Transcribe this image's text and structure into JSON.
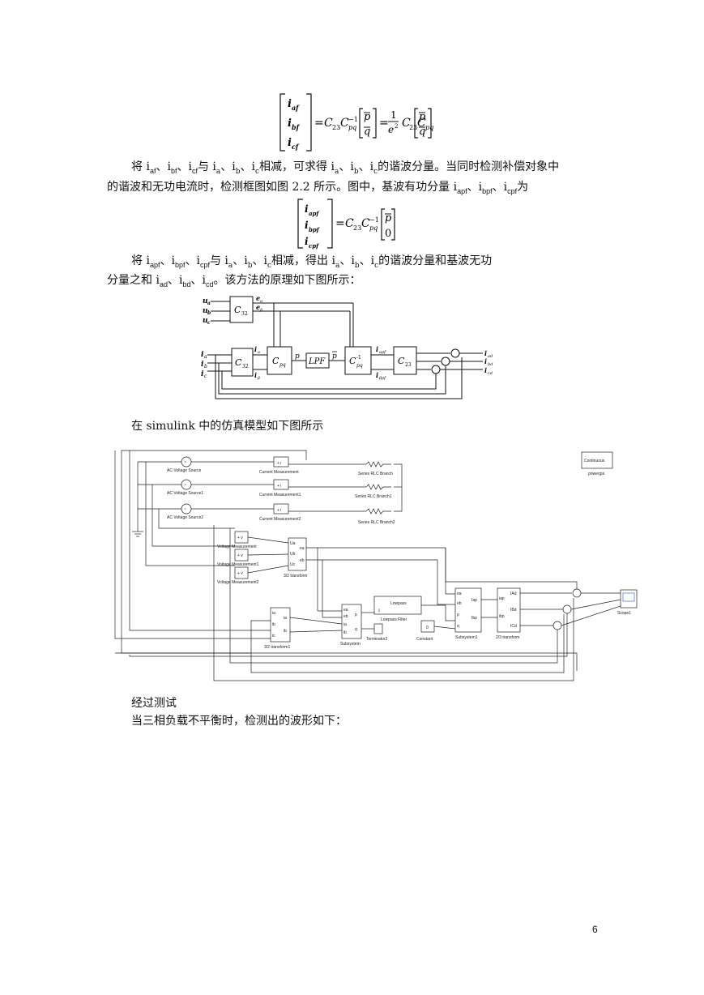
{
  "para1": {
    "s1": "将 i",
    "af": "af",
    "s2": "、i",
    "bf": "bf",
    "s3": "、i",
    "cf": "cf",
    "s4": "与 i",
    "a": "a",
    "s5": "、i",
    "b": "b",
    "s6": "、i",
    "c": "c",
    "s7": "相减，可求得 i",
    "s8": "的谐波分量。当同时检测补偿对象中",
    "line2a": "的谐波和无功电流时，检测框图如图 2.2 所示。图中，基波有功分量 i",
    "apf": "apf",
    "s9": "、i",
    "bpf": "bpf",
    "cpf": "cpf",
    "s10": "为"
  },
  "para2": {
    "s1": "将 i",
    "s7": "相减，得出 i",
    "s8": "的谐波分量和基波无功",
    "line2a": "分量之和 i",
    "ad": "ad",
    "bd": "bd",
    "cd": "cd",
    "s9": "。该方法的原理如下图所示："
  },
  "simulink_intro": "在 simulink 中的仿真模型如下图所示",
  "after_test": "经过测试",
  "unbalanced": "当三相负载不平衡时，检测出的波形如下：",
  "page_number": "6",
  "diagram": {
    "ua": "u",
    "ub": "u",
    "uc": "u",
    "ea": "e",
    "eb": "e",
    "C32": "C",
    "C32sub": "32",
    "ia": "i",
    "ib": "i",
    "ic": "i",
    "ialpha": "i",
    "ibeta": "i",
    "Cpq": "C",
    "Cpqsub": "pq",
    "p": "p",
    "LPF": "LPF",
    "pbar": "p",
    "Cinv": "C",
    "Cinvsup": "-1",
    "Cinvsub": "pq",
    "iapf": "i",
    "ibpf": "i",
    "C23": "C",
    "C23sub": "23",
    "iad": "i",
    "ibd": "i",
    "icd": "i"
  },
  "simulink": {
    "sources": [
      "AC Voltage Source",
      "AC Voltage Source1",
      "AC Voltage Source2"
    ],
    "current": [
      "Current Measurement",
      "Current Measurement1",
      "Current Measurement2"
    ],
    "rlc": [
      "Series RLC Branch",
      "Series RLC Branch1",
      "Series RLC Branch2"
    ],
    "voltage": [
      "Voltage Measurement",
      "Voltage Measurement1",
      "Voltage Measurement2"
    ],
    "powergui_top": "Continuous",
    "powergui_label": "powergui",
    "t32": "3/2 transform",
    "t32b": "3/2 transform1",
    "subsystem": "Subsystem",
    "subsystem1": "Subsystem1",
    "t23": "2/3 transform",
    "lowpass_block": "Lowpass",
    "lowpass_label": "Lowpass Filter",
    "terminator": "Terminator2",
    "constant_value": "0",
    "constant_label": "Constant",
    "scope_label": "Scope1"
  }
}
